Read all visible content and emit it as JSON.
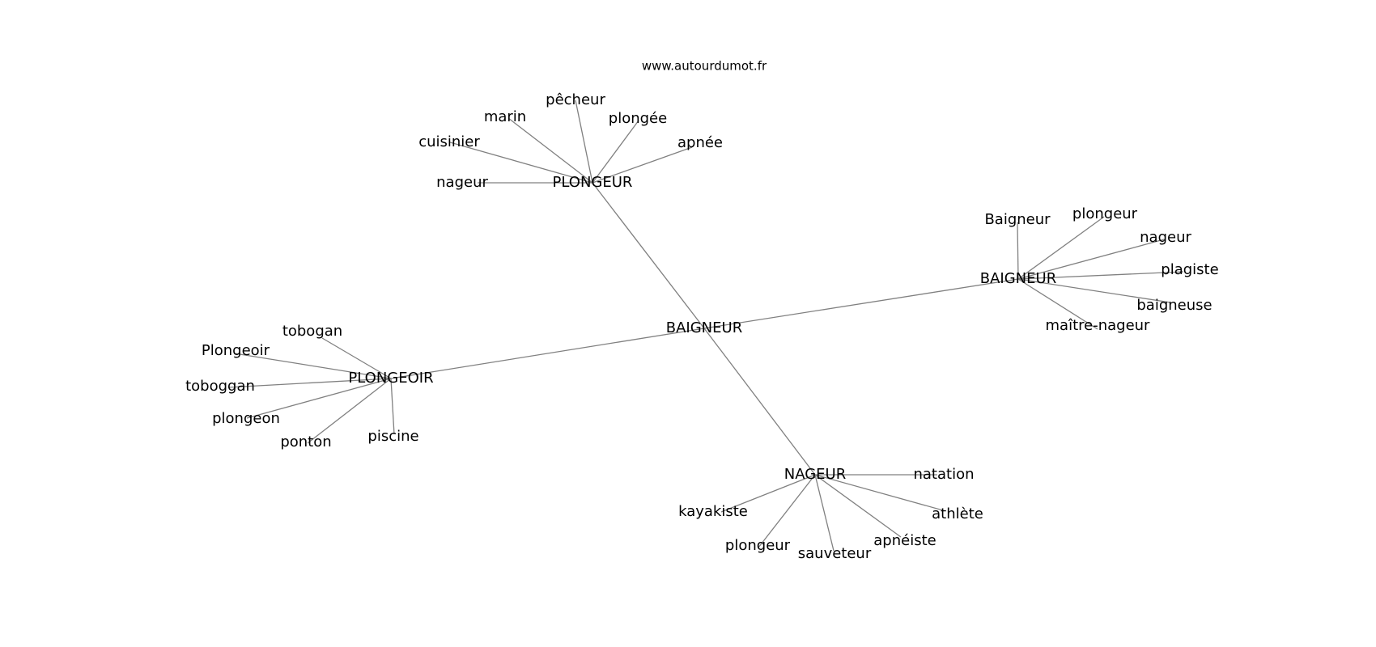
{
  "site_label": "www.autourdumot.fr",
  "center": "BAIGNEUR",
  "clusters": [
    {
      "hub": "PLONGEUR",
      "words": [
        "pêcheur",
        "marin",
        "plongée",
        "cuisinier",
        "apnée",
        "nageur"
      ]
    },
    {
      "hub": "BAIGNEUR",
      "words": [
        "Baigneur",
        "plongeur",
        "nageur",
        "plagiste",
        "baigneuse",
        "maître-nageur"
      ]
    },
    {
      "hub": "PLONGEOIR",
      "words": [
        "tobogan",
        "Plongeoir",
        "toboggan",
        "plongeon",
        "ponton",
        "piscine"
      ]
    },
    {
      "hub": "NAGEUR",
      "words": [
        "natation",
        "kayakiste",
        "athlète",
        "apnéiste",
        "plongeur",
        "sauveteur"
      ]
    }
  ]
}
